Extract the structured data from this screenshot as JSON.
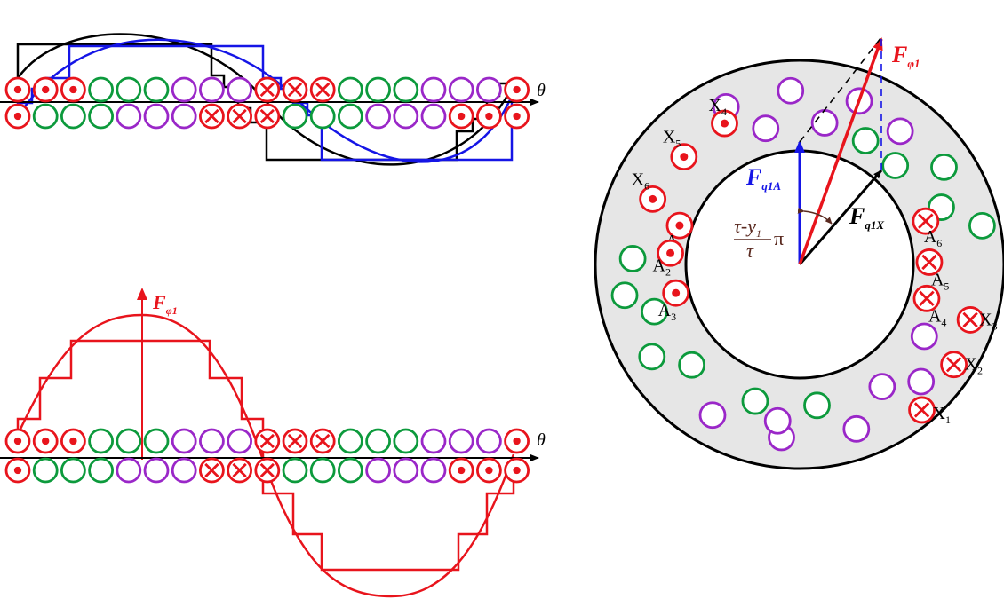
{
  "colors": {
    "phase_a": "#e8141c",
    "phase_b": "#0c9a3c",
    "phase_c": "#9a27c8",
    "blue": "#1515e6",
    "black": "#000000",
    "gray": "#e6e6e6",
    "brown": "#5a2a20"
  },
  "top_left": {
    "axis_label": "θ",
    "row1": [
      "dot",
      "dot",
      "dot",
      "g",
      "g",
      "g",
      "p",
      "p",
      "p",
      "x",
      "x",
      "x",
      "g",
      "g",
      "g",
      "p",
      "p",
      "p",
      "dot"
    ],
    "row2": [
      "dot",
      "g",
      "g",
      "g",
      "p",
      "p",
      "p",
      "x",
      "x",
      "x",
      "g",
      "g",
      "g",
      "p",
      "p",
      "p",
      "dot",
      "dot",
      "dot"
    ]
  },
  "bottom_left": {
    "axis_label": "θ",
    "mmf_label": {
      "main": "F",
      "sub": "φ1"
    },
    "row1": [
      "dot",
      "dot",
      "dot",
      "g",
      "g",
      "g",
      "p",
      "p",
      "p",
      "x",
      "x",
      "x",
      "g",
      "g",
      "g",
      "p",
      "p",
      "p",
      "dot"
    ],
    "row2": [
      "dot",
      "g",
      "g",
      "g",
      "p",
      "p",
      "p",
      "x",
      "x",
      "x",
      "g",
      "g",
      "g",
      "p",
      "p",
      "p",
      "dot",
      "dot",
      "dot"
    ]
  },
  "ring": {
    "inner_conductors": [
      {
        "type": "dot",
        "label": "A",
        "idx": "1"
      },
      {
        "type": "dot",
        "label": "A",
        "idx": "2"
      },
      {
        "type": "dot",
        "label": "A",
        "idx": "3"
      },
      {
        "type": "x",
        "label": "A",
        "idx": "4"
      },
      {
        "type": "x",
        "label": "A",
        "idx": "5"
      },
      {
        "type": "x",
        "label": "A",
        "idx": "6"
      }
    ],
    "outer_conductors": [
      {
        "type": "dot",
        "label": "X",
        "idx": "4"
      },
      {
        "type": "dot",
        "label": "X",
        "idx": "5"
      },
      {
        "type": "dot",
        "label": "X",
        "idx": "6"
      },
      {
        "type": "x",
        "label": "X",
        "idx": "1"
      },
      {
        "type": "x",
        "label": "X",
        "idx": "2"
      },
      {
        "type": "x",
        "label": "X",
        "idx": "3"
      }
    ],
    "vectors": {
      "fphi1": {
        "main": "F",
        "sub": "φ1"
      },
      "fq1a": {
        "main": "F",
        "sub": "q1A"
      },
      "fq1x": {
        "main": "F",
        "sub": "q1X"
      }
    },
    "angle_label": {
      "num": "τ-y",
      "num_sub": "1",
      "den": "τ",
      "pi": "π"
    }
  }
}
